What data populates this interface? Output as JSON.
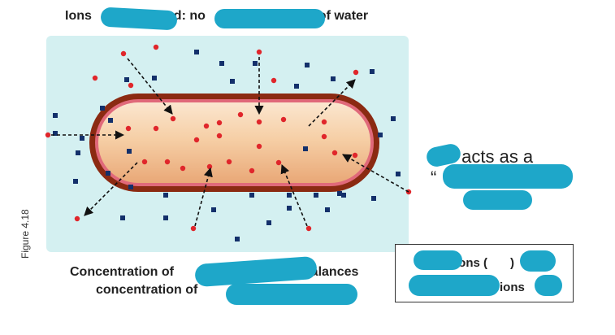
{
  "title_fragments": [
    "Ions",
    "d: no",
    "of water"
  ],
  "caption": {
    "line1_start": "Concentration of",
    "line1_end": "balances",
    "line2_start": "concentration of"
  },
  "side_label": {
    "text": "acts as a",
    "line2_start": "“"
  },
  "legend": {
    "row1_text": "ions (",
    "row1_end": ")",
    "row2_text": "ions",
    "row2_end": ")"
  },
  "figure_label": "Figure 4.18",
  "colors": {
    "solution": "#d4f0f1",
    "cell_wall": "#8b2a12",
    "cytoplasm": "#f3c497",
    "sodium_ion": "#13306b",
    "chloride_ion": "#e0262b",
    "redaction": "#1ea7c9"
  },
  "icons": {
    "sodium": "navy-square-marker",
    "chloride": "red-dot-marker"
  }
}
